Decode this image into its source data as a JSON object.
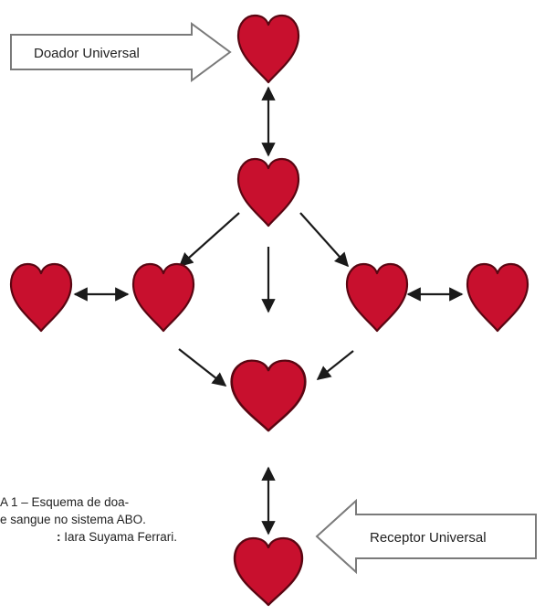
{
  "callouts": {
    "donor_label": "Doador Universal",
    "receiver_label": "Receptor Universal"
  },
  "caption": {
    "line1": "A 1 – Esquema de doa-",
    "line2": "e sangue no sistema ABO.",
    "line3_prefix": ":",
    "line3_author": "Iara Suyama Ferrari."
  },
  "colors": {
    "heart_fill": "#c8102e",
    "heart_stroke": "#5a0612",
    "arrow": "#1a1a1a",
    "callout_border": "#7a7a7a"
  },
  "icons": [
    "heart-icon",
    "double-arrow",
    "single-arrow",
    "callout-arrow"
  ]
}
